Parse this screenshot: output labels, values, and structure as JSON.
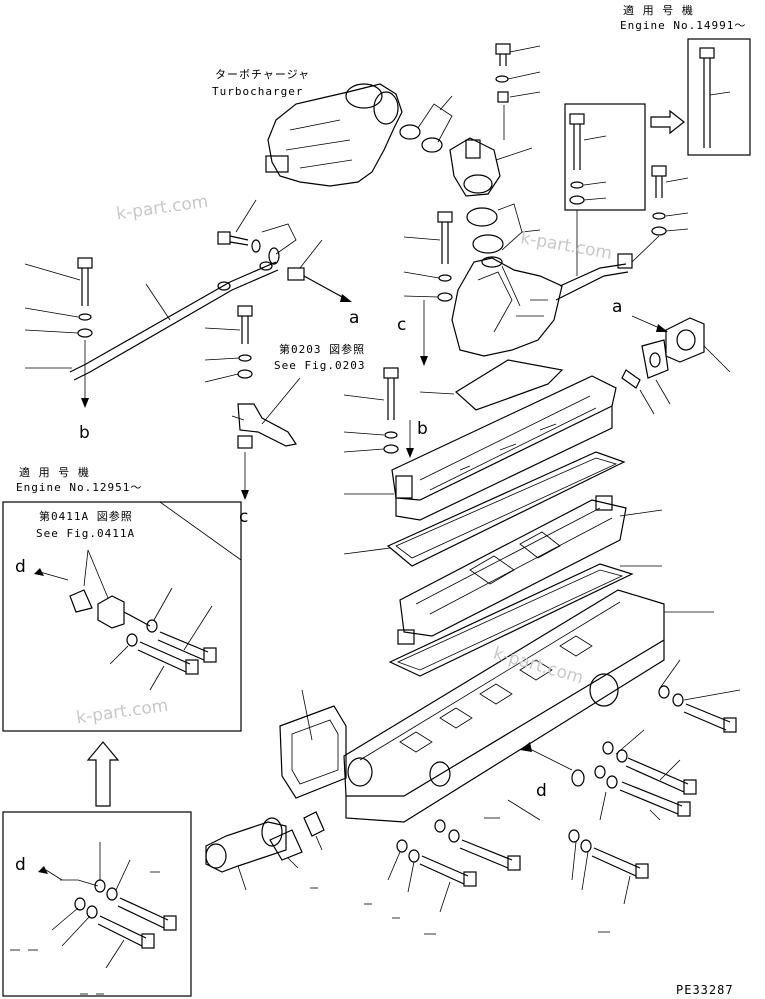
{
  "header": {
    "engine_applicable_jp": "適 用 号 機",
    "engine_no_right": "Engine No.14991～",
    "engine_no_left": "Engine No.12951～"
  },
  "turbocharger": {
    "jp": "ターボチャージャ",
    "en": "Turbocharger"
  },
  "fig_refs": {
    "fig0203_jp": "第0203 図参照",
    "fig0203_en": "See Fig.0203",
    "fig0411a_jp": "第0411A 図参照",
    "fig0411a_en": "See Fig.0411A"
  },
  "connection_markers": {
    "a_right": "a",
    "a_top": "a",
    "b_left": "b",
    "b_mid": "b",
    "c_lower": "c",
    "c_mid": "c",
    "d_inset": "d",
    "d_center": "d",
    "d_bottom": "d"
  },
  "watermark": {
    "text": "k-part.com"
  },
  "drawing_no": "PE33287"
}
